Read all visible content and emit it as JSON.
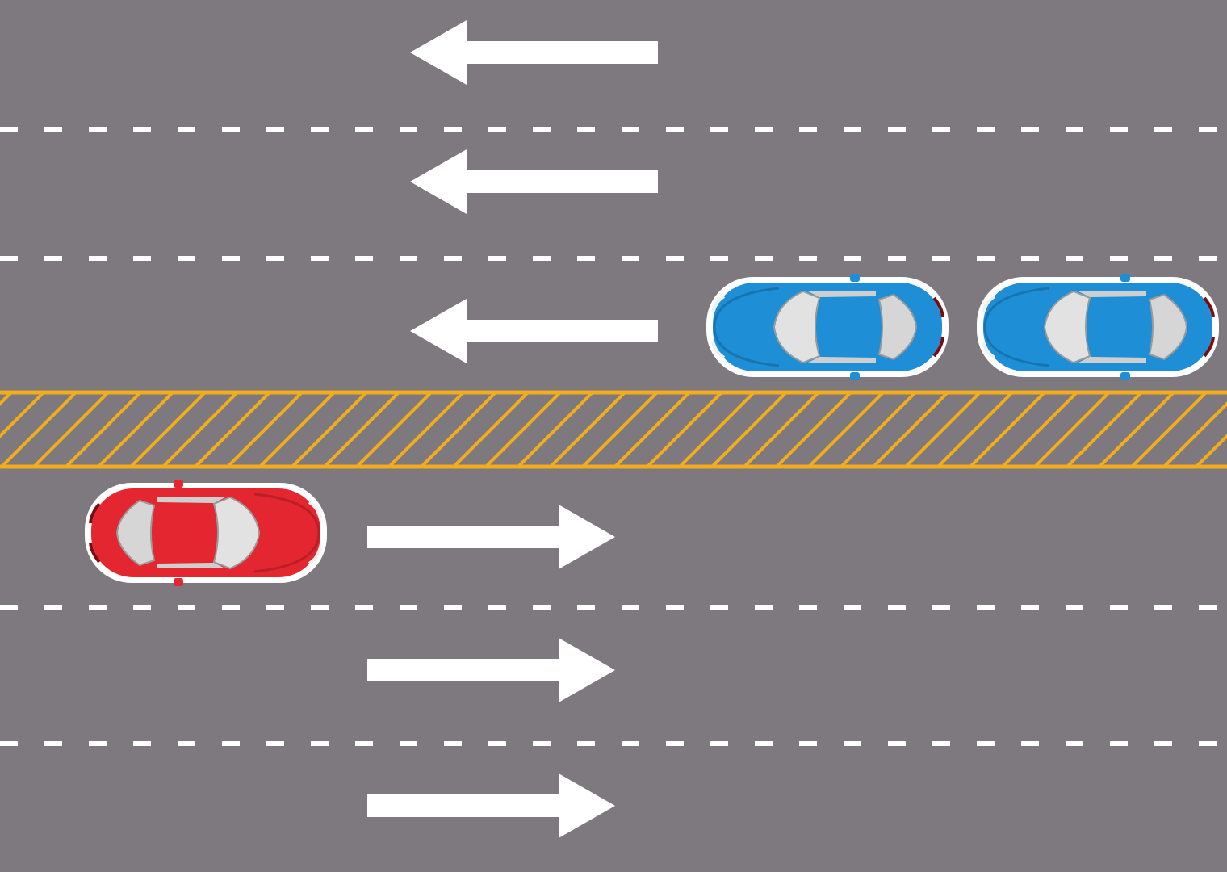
{
  "colors": {
    "asphalt": "#7d797e",
    "marking": "#ffffff",
    "median": "#f2ac1c",
    "car_red": "#e3262f",
    "car_blue": "#1e8ed6",
    "glass": "#d9d9d9"
  },
  "lanes": [
    {
      "id": "lane-1",
      "direction": "left"
    },
    {
      "id": "lane-2",
      "direction": "left"
    },
    {
      "id": "lane-3",
      "direction": "left"
    },
    {
      "id": "lane-4",
      "direction": "right"
    },
    {
      "id": "lane-5",
      "direction": "right"
    },
    {
      "id": "lane-6",
      "direction": "right"
    }
  ],
  "median": {
    "type": "two-way-left-turn-lane",
    "pattern": "diagonal-hatch"
  },
  "vehicles": [
    {
      "id": "red-car",
      "color": "red",
      "lane": "lane-4",
      "facing": "right"
    },
    {
      "id": "blue-car-1",
      "color": "blue",
      "lane": "lane-3",
      "facing": "left"
    },
    {
      "id": "blue-car-2",
      "color": "blue",
      "lane": "lane-3",
      "facing": "left"
    }
  ]
}
